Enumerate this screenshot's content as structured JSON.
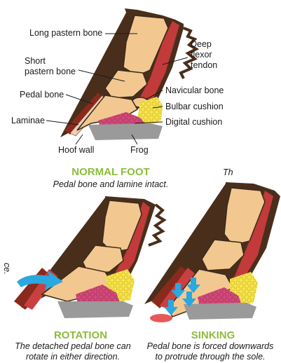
{
  "labels": {
    "long_pastern": "Long pastern bone",
    "short_pastern_line1": "Short",
    "short_pastern_line2": "pastern bone",
    "pedal_bone": "Pedal bone",
    "laminae": "Laminae",
    "hoof_wall": "Hoof wall",
    "frog": "Frog",
    "deep_flexor_line1": "Deep",
    "deep_flexor_line2": "flexor",
    "deep_flexor_line3": "tendon",
    "navicular": "Navicular bone",
    "bulbar": "Bulbar cushion",
    "digital": "Digital cushion"
  },
  "panels": {
    "normal": {
      "title": "NORMAL FOOT",
      "caption": "Pedal bone and lamine intact."
    },
    "rotation": {
      "title": "ROTATION",
      "caption_line1": "The detached pedal bone can",
      "caption_line2": "rotate in either direction."
    },
    "sinking": {
      "title": "SINKING",
      "caption_line1": "Pedal bone is forced downwards",
      "caption_line2": "to protrude through the  sole."
    }
  },
  "fragments": {
    "top_right": "Th",
    "left_edge": "ce."
  },
  "colors": {
    "bone": "#f2c890",
    "bone_outline": "#3a2a1a",
    "hair": "#4a2e1c",
    "tendon": "#c23a3a",
    "hoof_wall": "#8a2a1c",
    "laminae": "#e8d0b8",
    "bulbar": "#f4e64a",
    "digital": "#d24a78",
    "sole": "#9a9a9a",
    "arrow": "#2aa8e0",
    "caption_title": "#8cbc3c"
  },
  "icons": [
    "rotation-arrow-icon",
    "sinking-arrow-icon"
  ]
}
